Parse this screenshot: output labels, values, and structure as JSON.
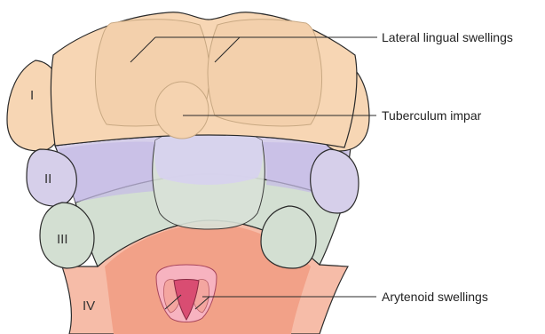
{
  "diagram": {
    "labels": {
      "lateral_lingual": "Lateral lingual swellings",
      "tuberculum": "Tuberculum impar",
      "arytenoid": "Arytenoid swellings"
    },
    "arches": {
      "first": "I",
      "second": "II",
      "third": "III",
      "fourth": "IV"
    },
    "colors": {
      "arch1": "#f7d6b4",
      "arch2": "#d6cfea",
      "arch3": "#d3dfd2",
      "arch4": "#f2a188",
      "laryngeal_inlet": "#d94d72",
      "outline": "#2a2a2a"
    }
  }
}
